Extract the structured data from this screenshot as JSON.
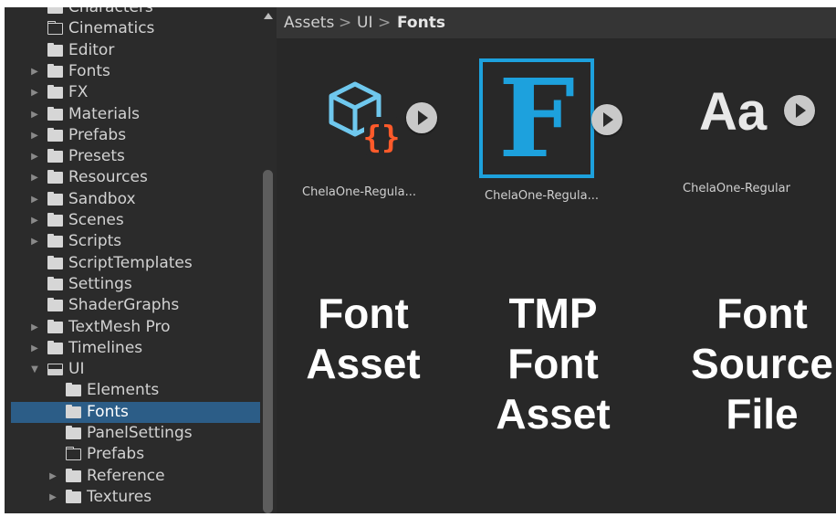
{
  "tree": {
    "items": [
      {
        "label": "Characters",
        "icon": "folder-icon",
        "expander": "none"
      },
      {
        "label": "Cinematics",
        "icon": "empty-folder-icon",
        "expander": "none"
      },
      {
        "label": "Editor",
        "icon": "folder-icon",
        "expander": "none"
      },
      {
        "label": "Fonts",
        "icon": "folder-icon",
        "expander": "collapsed"
      },
      {
        "label": "FX",
        "icon": "folder-icon",
        "expander": "collapsed"
      },
      {
        "label": "Materials",
        "icon": "folder-icon",
        "expander": "collapsed"
      },
      {
        "label": "Prefabs",
        "icon": "folder-icon",
        "expander": "collapsed"
      },
      {
        "label": "Presets",
        "icon": "folder-icon",
        "expander": "collapsed"
      },
      {
        "label": "Resources",
        "icon": "folder-icon",
        "expander": "collapsed"
      },
      {
        "label": "Sandbox",
        "icon": "folder-icon",
        "expander": "collapsed"
      },
      {
        "label": "Scenes",
        "icon": "folder-icon",
        "expander": "collapsed"
      },
      {
        "label": "Scripts",
        "icon": "folder-icon",
        "expander": "collapsed"
      },
      {
        "label": "ScriptTemplates",
        "icon": "folder-icon",
        "expander": "none"
      },
      {
        "label": "Settings",
        "icon": "folder-icon",
        "expander": "none"
      },
      {
        "label": "ShaderGraphs",
        "icon": "folder-icon",
        "expander": "none"
      },
      {
        "label": "TextMesh Pro",
        "icon": "folder-icon",
        "expander": "collapsed"
      },
      {
        "label": "Timelines",
        "icon": "folder-icon",
        "expander": "collapsed"
      },
      {
        "label": "UI",
        "icon": "open-folder-icon",
        "expander": "expanded"
      },
      {
        "label": "Elements",
        "icon": "folder-icon",
        "expander": "none"
      },
      {
        "label": "Fonts",
        "icon": "folder-icon",
        "expander": "none",
        "selected": true
      },
      {
        "label": "PanelSettings",
        "icon": "folder-icon",
        "expander": "none"
      },
      {
        "label": "Prefabs",
        "icon": "empty-folder-icon",
        "expander": "none"
      },
      {
        "label": "Reference",
        "icon": "folder-icon",
        "expander": "collapsed"
      },
      {
        "label": "Textures",
        "icon": "folder-icon",
        "expander": "collapsed"
      }
    ]
  },
  "breadcrumb": {
    "parts": [
      "Assets",
      "UI",
      "Fonts"
    ],
    "separator": ">"
  },
  "assets": [
    {
      "name": "ChelaOne-Regula...",
      "type_icon": "font-asset-icon"
    },
    {
      "name": "ChelaOne-Regula...",
      "type_icon": "tmp-font-asset-icon",
      "selected": true,
      "glyph": "F"
    },
    {
      "name": "ChelaOne-Regular",
      "type_icon": "font-source-file-icon",
      "glyph": "Aa"
    }
  ],
  "captions": {
    "font_asset": [
      "Font",
      "Asset"
    ],
    "tmp_font_asset": [
      "TMP",
      "Font",
      "Asset"
    ],
    "font_source_file": [
      "Font",
      "Source",
      "File"
    ]
  },
  "colors": {
    "selection": "#2c5d87",
    "tmp_accent": "#1da1dd",
    "script_brace": "#ff5a2a",
    "cube_outline": "#6fc8ee"
  }
}
